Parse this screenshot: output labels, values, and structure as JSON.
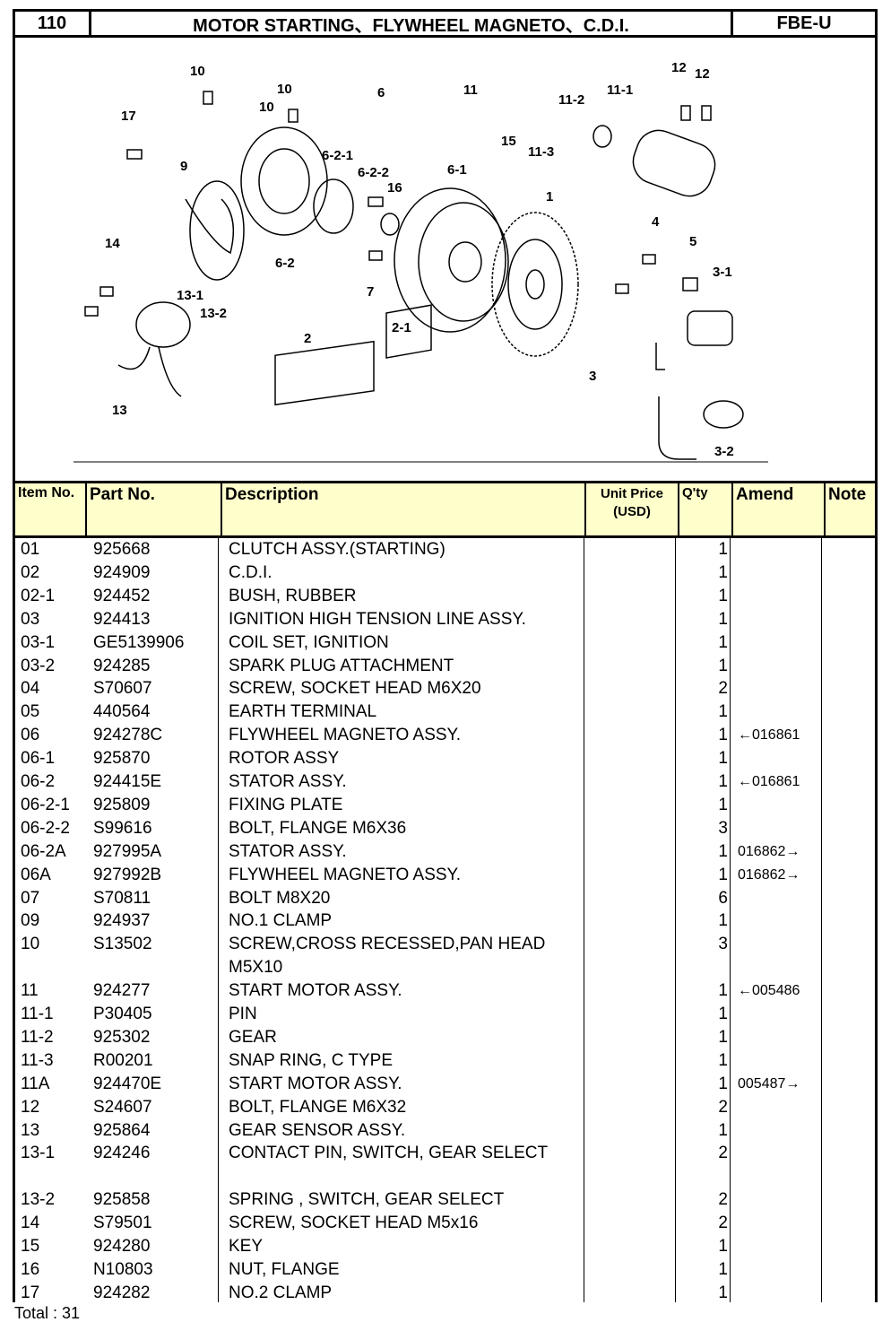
{
  "header": {
    "number": "110",
    "title": "MOTOR STARTING、FLYWHEEL MAGNETO、C.D.I.",
    "model": "FBE-U"
  },
  "diagram": {
    "labels": [
      "10",
      "10",
      "10",
      "17",
      "9",
      "6",
      "6-2-1",
      "6-2-2",
      "16",
      "6-2",
      "6-1",
      "11",
      "11-2",
      "11-1",
      "11-3",
      "15",
      "12",
      "12",
      "1",
      "4",
      "5",
      "3-1",
      "14",
      "13-1",
      "13-2",
      "7",
      "2",
      "2-1",
      "3",
      "13",
      "3-2"
    ]
  },
  "table": {
    "headers": {
      "item": "Item No.",
      "part": "Part No.",
      "desc": "Description",
      "price": "Unit Price (USD)",
      "qty": "Q'ty",
      "amend": "Amend",
      "note": "Note"
    },
    "rows": [
      {
        "item": "01",
        "part": "925668",
        "desc": "CLUTCH ASSY.(STARTING)",
        "qty": "1",
        "amend": ""
      },
      {
        "item": "02",
        "part": "924909",
        "desc": "C.D.I.",
        "qty": "1",
        "amend": ""
      },
      {
        "item": "02-1",
        "part": "924452",
        "desc": "BUSH, RUBBER",
        "qty": "1",
        "amend": ""
      },
      {
        "item": "03",
        "part": "924413",
        "desc": "IGNITION HIGH TENSION LINE ASSY.",
        "qty": "1",
        "amend": ""
      },
      {
        "item": "03-1",
        "part": "GE5139906",
        "desc": "COIL SET, IGNITION",
        "qty": "1",
        "amend": ""
      },
      {
        "item": "03-2",
        "part": "924285",
        "desc": "SPARK PLUG ATTACHMENT",
        "qty": "1",
        "amend": ""
      },
      {
        "item": "04",
        "part": "S70607",
        "desc": "SCREW, SOCKET HEAD M6X20",
        "qty": "2",
        "amend": ""
      },
      {
        "item": "05",
        "part": "440564",
        "desc": "EARTH TERMINAL",
        "qty": "1",
        "amend": ""
      },
      {
        "item": "06",
        "part": "924278C",
        "desc": "FLYWHEEL MAGNETO ASSY.",
        "qty": "1",
        "amend": "←016861"
      },
      {
        "item": "06-1",
        "part": "925870",
        "desc": "ROTOR ASSY",
        "qty": "1",
        "amend": ""
      },
      {
        "item": "06-2",
        "part": "924415E",
        "desc": "STATOR ASSY.",
        "qty": "1",
        "amend": "←016861"
      },
      {
        "item": "06-2-1",
        "part": "925809",
        "desc": "FIXING PLATE",
        "qty": "1",
        "amend": ""
      },
      {
        "item": "06-2-2",
        "part": "S99616",
        "desc": "BOLT, FLANGE M6X36",
        "qty": "3",
        "amend": ""
      },
      {
        "item": "06-2A",
        "part": "927995A",
        "desc": "STATOR ASSY.",
        "qty": "1",
        "amend": "016862→"
      },
      {
        "item": "06A",
        "part": "927992B",
        "desc": "FLYWHEEL MAGNETO ASSY.",
        "qty": "1",
        "amend": "016862→"
      },
      {
        "item": "07",
        "part": "S70811",
        "desc": "BOLT M8X20",
        "qty": "6",
        "amend": ""
      },
      {
        "item": "09",
        "part": "924937",
        "desc": "NO.1 CLAMP",
        "qty": "1",
        "amend": ""
      },
      {
        "item": "10",
        "part": "S13502",
        "desc": "SCREW,CROSS RECESSED,PAN HEAD",
        "qty": "3",
        "amend": ""
      },
      {
        "item": "",
        "part": "",
        "desc": "M5X10",
        "qty": "",
        "amend": ""
      },
      {
        "item": "11",
        "part": "924277",
        "desc": "START MOTOR ASSY.",
        "qty": "1",
        "amend": "←005486"
      },
      {
        "item": "11-1",
        "part": "P30405",
        "desc": "PIN",
        "qty": "1",
        "amend": ""
      },
      {
        "item": "11-2",
        "part": "925302",
        "desc": "GEAR",
        "qty": "1",
        "amend": ""
      },
      {
        "item": "11-3",
        "part": "R00201",
        "desc": "SNAP  RING, C  TYPE",
        "qty": "1",
        "amend": ""
      },
      {
        "item": "11A",
        "part": "924470E",
        "desc": "START MOTOR ASSY.",
        "qty": "1",
        "amend": "005487→"
      },
      {
        "item": "12",
        "part": "S24607",
        "desc": "BOLT, FLANGE M6X32",
        "qty": "2",
        "amend": ""
      },
      {
        "item": "13",
        "part": "925864",
        "desc": "GEAR SENSOR ASSY.",
        "qty": "1",
        "amend": ""
      },
      {
        "item": "13-1",
        "part": "924246",
        "desc": "CONTACT PIN, SWITCH, GEAR SELECT",
        "qty": "2",
        "amend": ""
      },
      {
        "item": "",
        "part": "",
        "desc": "",
        "qty": "",
        "amend": ""
      },
      {
        "item": "13-2",
        "part": "925858",
        "desc": "SPRING , SWITCH, GEAR SELECT",
        "qty": "2",
        "amend": ""
      },
      {
        "item": "14",
        "part": "S79501",
        "desc": "SCREW, SOCKET HEAD M5x16",
        "qty": "2",
        "amend": ""
      },
      {
        "item": "15",
        "part": "924280",
        "desc": "KEY",
        "qty": "1",
        "amend": ""
      },
      {
        "item": "16",
        "part": "N10803",
        "desc": "NUT, FLANGE",
        "qty": "1",
        "amend": ""
      },
      {
        "item": "17",
        "part": "924282",
        "desc": "NO.2 CLAMP",
        "qty": "1",
        "amend": ""
      }
    ]
  },
  "footer": {
    "total": "Total : 31"
  }
}
